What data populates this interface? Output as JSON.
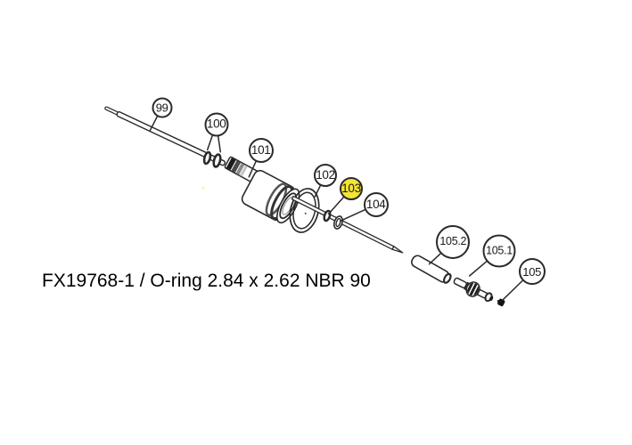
{
  "diagram": {
    "caption": "FX19768-1 / O-ring 2.84 x 2.62 NBR 90",
    "colors": {
      "background": "#ffffff",
      "line": "#2a2a2a",
      "highlight": "#f5e435",
      "callout_fill": "#ffffff",
      "text": "#000000"
    },
    "callouts": [
      {
        "label": "99",
        "highlighted": false
      },
      {
        "label": "100",
        "highlighted": false
      },
      {
        "label": "101",
        "highlighted": false
      },
      {
        "label": "102",
        "highlighted": false
      },
      {
        "label": "103",
        "highlighted": true
      },
      {
        "label": "104",
        "highlighted": false
      },
      {
        "label": "105.2",
        "highlighted": false
      },
      {
        "label": "105.1",
        "highlighted": false
      },
      {
        "label": "105",
        "highlighted": false
      }
    ],
    "highlighted_callout": "103"
  }
}
